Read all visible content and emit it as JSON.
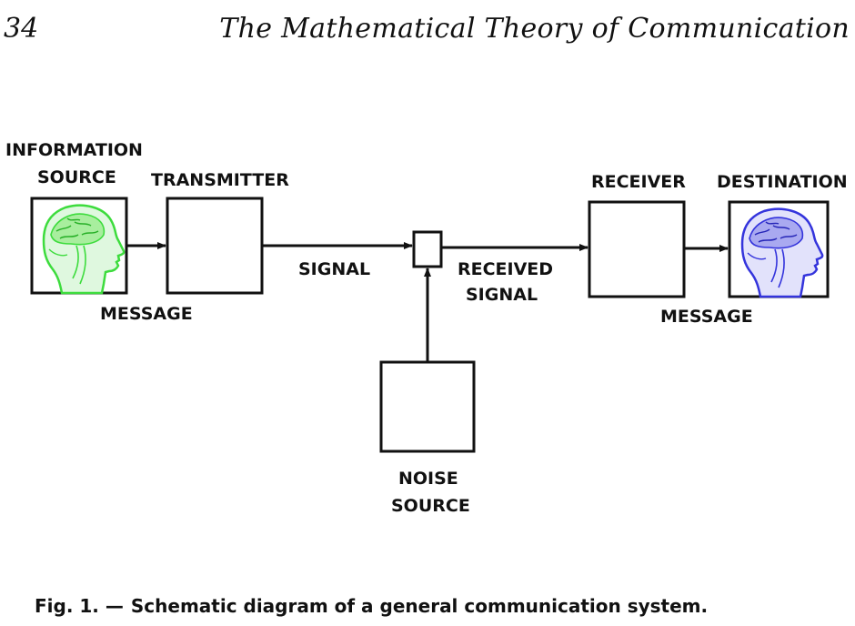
{
  "header": {
    "page_number": "34",
    "running_title": "The Mathematical Theory of Communication"
  },
  "diagram": {
    "blocks": {
      "information_source": {
        "label_line1": "INFORMATION",
        "label_line2": "SOURCE",
        "icon_color": "#3ddc3d"
      },
      "transmitter": {
        "label": "TRANSMITTER"
      },
      "receiver": {
        "label": "RECEIVER"
      },
      "destination": {
        "label": "DESTINATION",
        "icon_color": "#3434dc"
      },
      "noise_source": {
        "label_line1": "NOISE",
        "label_line2": "SOURCE"
      }
    },
    "edge_labels": {
      "message_left": "MESSAGE",
      "signal": "SIGNAL",
      "received_signal_line1": "RECEIVED",
      "received_signal_line2": "SIGNAL",
      "message_right": "MESSAGE"
    }
  },
  "caption": {
    "figure_label": "Fig. 1. —",
    "text": "Schematic diagram of a general communication system."
  }
}
